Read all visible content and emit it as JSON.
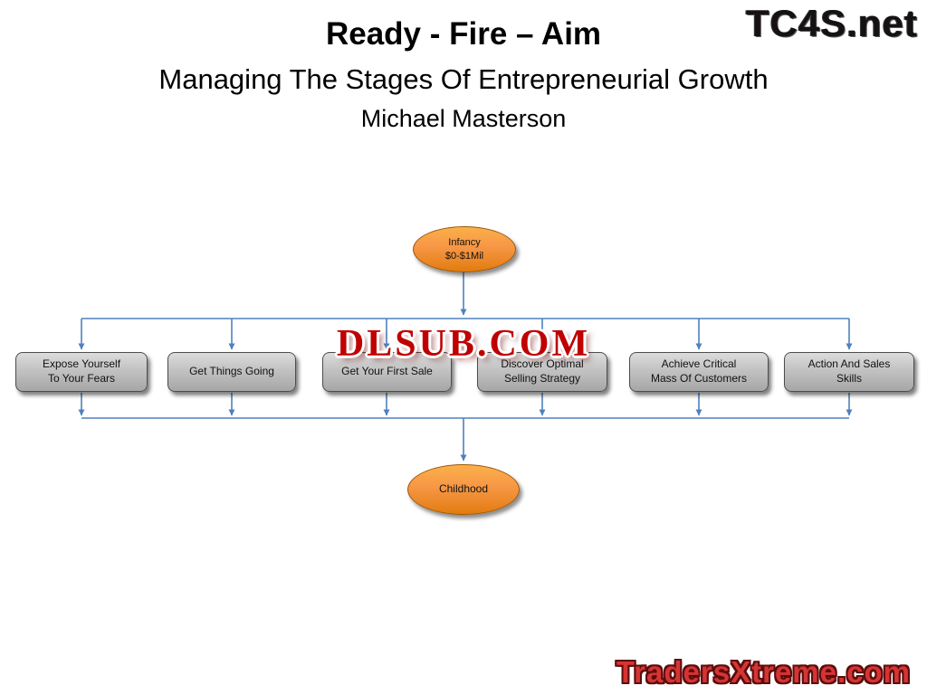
{
  "header": {
    "title": "Ready - Fire – Aim",
    "subtitle": "Managing The Stages Of Entrepreneurial Growth",
    "author": "Michael Masterson"
  },
  "watermarks": {
    "top_right": "TC4S.net",
    "center": "DLSUB.COM",
    "bottom_right": "TradersXtreme.com"
  },
  "diagram": {
    "top_node": {
      "label": "Infancy\n$0-$1Mil"
    },
    "stages": [
      {
        "label": "Expose Yourself\nTo Your Fears"
      },
      {
        "label": "Get Things Going"
      },
      {
        "label": "Get Your First Sale"
      },
      {
        "label": "Discover Optimal\nSelling Strategy"
      },
      {
        "label": "Achieve Critical\nMass Of Customers"
      },
      {
        "label": "Action And Sales\nSkills"
      }
    ],
    "bottom_node": {
      "label": "Childhood"
    }
  },
  "colors": {
    "connector_blue": "#4f81bd",
    "node_orange_top": "#fbb049",
    "node_orange_bottom": "#e27c0e",
    "box_gray_top": "#dcdcdc",
    "box_gray_bottom": "#a6a6a6",
    "watermark_red": "#c00000",
    "traders_red": "#d63434",
    "tc4s_black": "#161214"
  }
}
